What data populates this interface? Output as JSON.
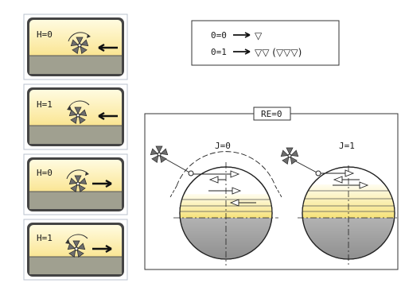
{
  "colors": {
    "cell_border": "#b8c2cc",
    "panel_outer": "#3a3a3a",
    "panel_fill_top": "#fff6c2",
    "panel_fill_mid": "#f3d870",
    "ground_fill": "#9b9b8b",
    "workpiece_fill": "#a9a9a9",
    "accent": "#ffe15a",
    "text": "#1a1a1a"
  },
  "panels": [
    {
      "label": "H=0",
      "direction": "left"
    },
    {
      "label": "H=1",
      "direction": "left"
    },
    {
      "label": "H=0",
      "direction": "right"
    },
    {
      "label": "H=1",
      "direction": "right"
    }
  ],
  "legend": {
    "line1": "0=0",
    "line2": "0=1",
    "symbol1": "▽",
    "symbol2": "▽▽ (▽▽▽)"
  },
  "diagram": {
    "title": "RE=0",
    "left_label": "J=0",
    "right_label": "J=1"
  }
}
